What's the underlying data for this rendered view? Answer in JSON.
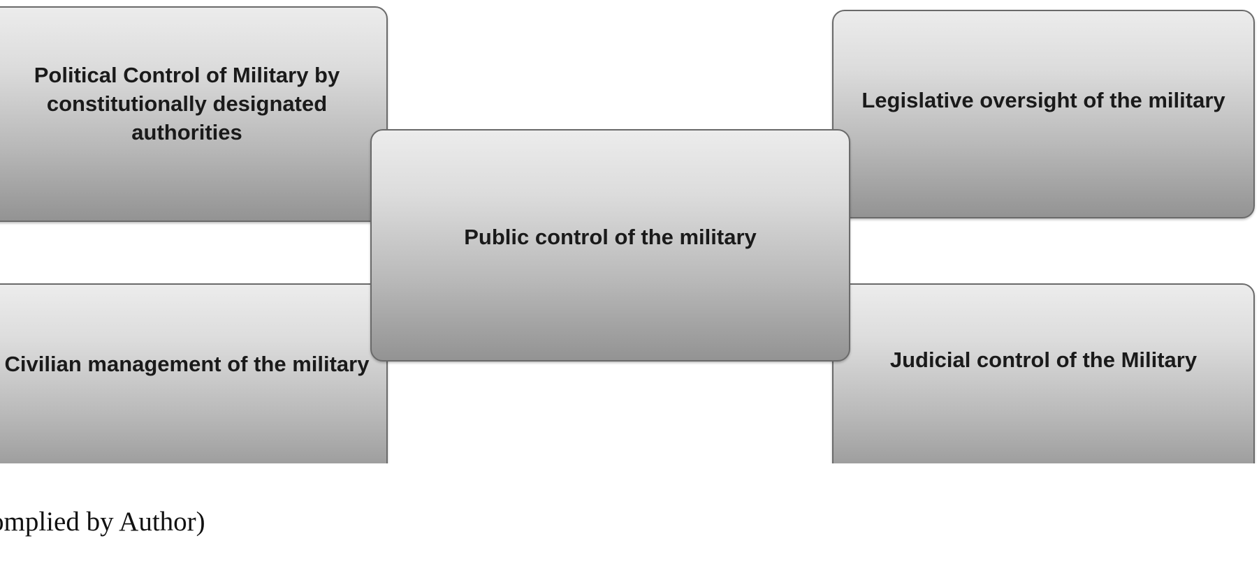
{
  "diagram": {
    "center": {
      "label": "Public control of the military"
    },
    "top_left": {
      "label": "Political Control of Military by constitutionally designated authorities"
    },
    "top_right": {
      "label": "Legislative oversight of the military"
    },
    "bottom_left": {
      "label": "Civilian management of the military"
    },
    "bottom_right": {
      "label": "Judicial control of the Military"
    }
  },
  "caption": "omplied by Author)"
}
